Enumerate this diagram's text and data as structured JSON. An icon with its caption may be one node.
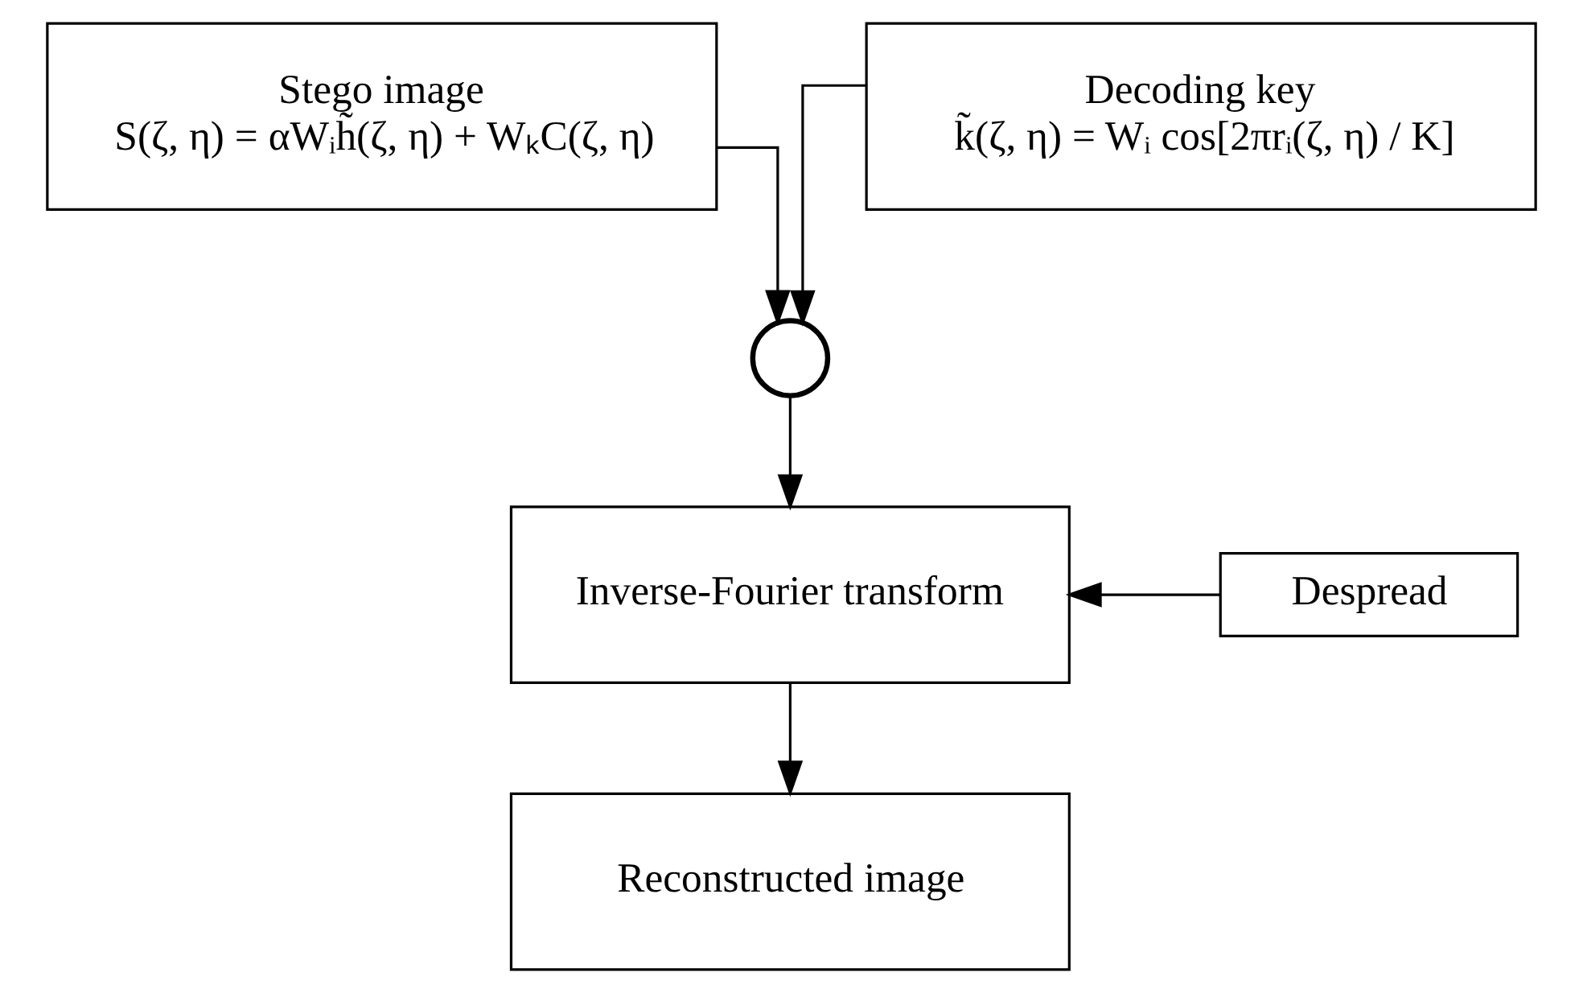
{
  "diagram": {
    "nodes": [
      {
        "text": [
          "Stego image",
          "S(ζ, η) = αWᵢh̃(ζ, η) + WₖC(ζ, η)"
        ]
      },
      {
        "text": [
          "Decoding key",
          "k̃(ζ, η) = Wᵢ cos[2πrᵢ(ζ, η) / K]"
        ]
      },
      {
        "text": [],
        "shape": "circle"
      },
      {
        "text": [
          "Despread"
        ]
      },
      {
        "text": [
          "Inverse-Fourier transform"
        ]
      },
      {
        "text": [
          "Reconstructed image"
        ]
      }
    ],
    "edges": [
      {
        "from": 0,
        "to": 2,
        "arrow": "to"
      },
      {
        "from": 1,
        "to": 2,
        "arrow": "to"
      },
      {
        "from": 2,
        "to": 4,
        "arrow": "to"
      },
      {
        "from": 3,
        "to": 4,
        "arrow": "to"
      },
      {
        "from": 4,
        "to": 5,
        "arrow": "to"
      }
    ]
  }
}
